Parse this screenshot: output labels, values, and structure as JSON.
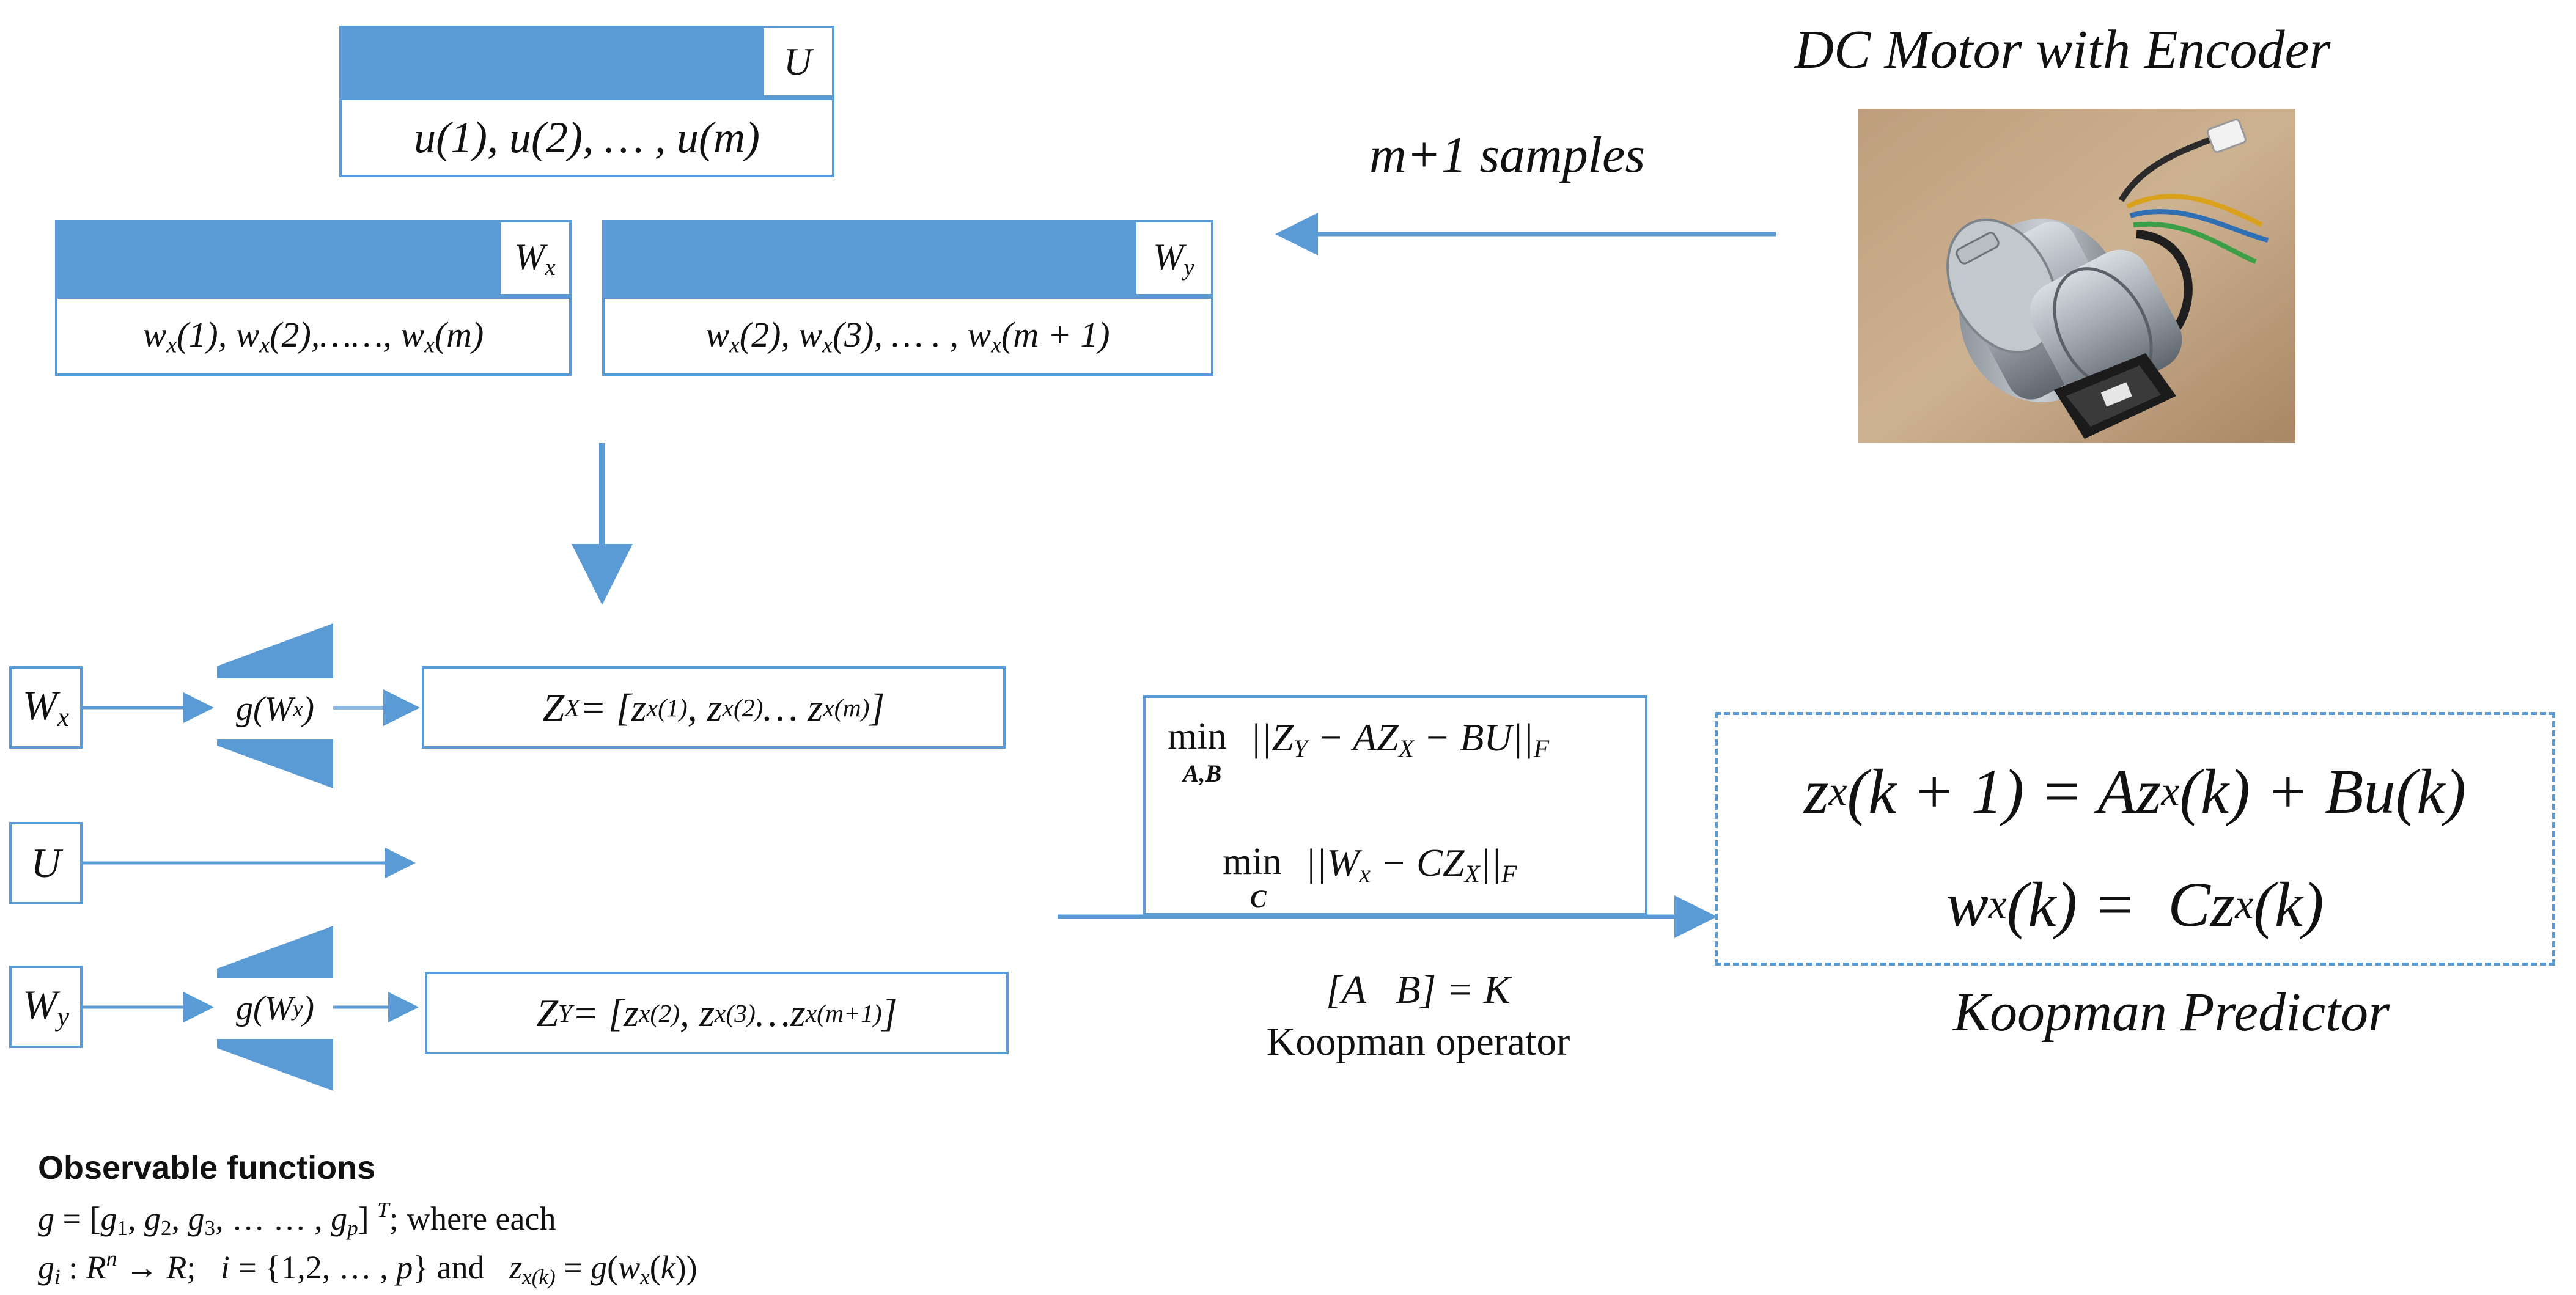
{
  "u_block": {
    "header_label": "U",
    "sequence": "u(1), u(2), … , u(m)"
  },
  "wx_block": {
    "header_label_base": "W",
    "header_label_sub": "x",
    "sequence_html": "w<sub>x</sub>(1), w<sub>x</sub>(2),……, w<sub>x</sub>(m)"
  },
  "wy_block": {
    "header_label_base": "W",
    "header_label_sub": "y",
    "sequence_html": "w<sub>x</sub>(2), w<sub>x</sub>(3), … . , w<sub>x</sub>(m + 1)"
  },
  "motor": {
    "title": "DC Motor with Encoder",
    "samples_label": "m+1 samples"
  },
  "lift": {
    "wx_input_base": "W",
    "wx_input_sub": "x",
    "u_input": "U",
    "wy_input_base": "W",
    "wy_input_sub": "y",
    "g_wx_html": "g(W<sub>x</sub>)",
    "g_wy_html": "g(W<sub>y</sub>)",
    "zx_html": "Z<sub>X</sub> = [z<sub>x(1)</sub>, z<sub>x(2)</sub> … z<sub>x(m)</sub> ]",
    "zy_html": "Z<sub>Y</sub> = [z<sub>x(2)</sub>, z<sub>x(3)</sub>…z<sub>x(m+1)</sub>]"
  },
  "optimization": {
    "min1": "min",
    "min1_sub": "A,B",
    "expr1_html": "||Z<sub>Y</sub> − AZ<sub>X</sub> − BU||<sub>F</sub>",
    "min2": "min",
    "min2_sub": "C",
    "expr2_html": "||W<sub>x</sub> − CZ<sub>X</sub>||<sub>F</sub>",
    "operator_eq": "[A   B] = K",
    "operator_label": "Koopman operator"
  },
  "predictor": {
    "eq1_html": "z<sub>x</sub>(k + 1) = Az<sub>x</sub>(k) + Bu(k)",
    "eq2_html": "w<sub>x</sub>(k) = &nbsp;Cz<sub>x</sub>(k)",
    "label": "Koopman Predictor"
  },
  "observables": {
    "title": "Observable functions",
    "line1_html": "<i>g</i> = [<i>g</i><sub>1</sub>, <i>g</i><sub>2</sub>, <i>g</i><sub>3</sub>, … … , <i>g</i><sub><i>p</i></sub>] <sup><i>T</i></sup>; where each",
    "line2_html": "<i>g<sub>i</sub></i> : <i>R<sup>n</sup></i> → <i>R</i>; &nbsp;&nbsp;<i>i</i> = {1,2, … , <i>p</i>} and &nbsp;&nbsp;<i>z</i><sub><i>x(k)</i></sub> = <i>g</i>(<i>w<sub>x</sub></i>(<i>k</i>))"
  },
  "colors": {
    "accent": "#5b9bd5",
    "text": "#111111"
  }
}
